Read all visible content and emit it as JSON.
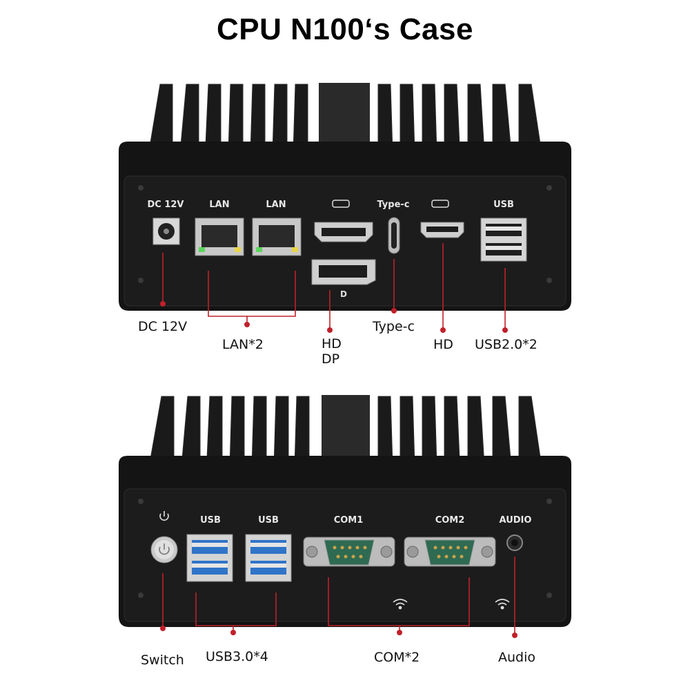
{
  "title": "CPU N100‘s Case",
  "top_panel": {
    "port_labels": {
      "dc": "DC 12V",
      "lan1": "LAN",
      "lan2": "LAN",
      "typec": "Type-c",
      "usb": "USB"
    },
    "callouts": {
      "dc": "DC 12V",
      "lan": "LAN*2",
      "hd_dp_line1": "HD",
      "hd_dp_line2": "DP",
      "typec": "Type-c",
      "hd": "HD",
      "usb": "USB2.0*2"
    }
  },
  "bottom_panel": {
    "port_labels": {
      "usb1": "USB",
      "usb2": "USB",
      "com1": "COM1",
      "com2": "COM2",
      "audio": "AUDIO"
    },
    "callouts": {
      "switch": "Switch",
      "usb": "USB3.0*4",
      "com": "COM*2",
      "audio": "Audio"
    }
  },
  "colors": {
    "case": "#141414",
    "panel": "#1c1c1c",
    "leader_line": "#c0202a",
    "usb3_blue": "#2f74c8",
    "com_green": "#2e6b52"
  }
}
